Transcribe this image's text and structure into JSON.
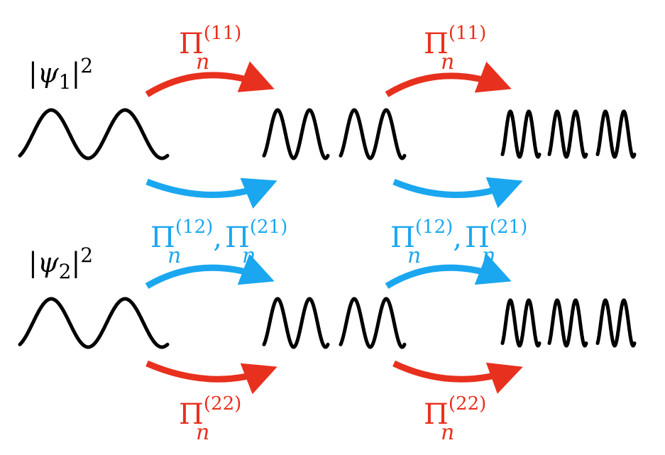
{
  "colors": {
    "red": "#e8301e",
    "blue": "#1aa7f0",
    "ink": "#000000"
  },
  "states": [
    {
      "id": "psi1",
      "bar_left": "|",
      "symbol": "ψ",
      "index": "1",
      "bar_right": "|",
      "exponent": "2"
    },
    {
      "id": "psi2",
      "bar_left": "|",
      "symbol": "ψ",
      "index": "2",
      "bar_right": "|",
      "exponent": "2"
    }
  ],
  "labels": [
    {
      "id": "red-top-1",
      "parts": [
        {
          "base": "Π",
          "sub": "n",
          "sup": "(11)"
        }
      ]
    },
    {
      "id": "red-top-2",
      "parts": [
        {
          "base": "Π",
          "sub": "n",
          "sup": "(11)"
        }
      ]
    },
    {
      "id": "blue-mid-1",
      "parts": [
        {
          "base": "Π",
          "sub": "n",
          "sup": "(12)"
        },
        {
          "sep": ","
        },
        {
          "base": "Π",
          "sub": "n",
          "sup": "(21)"
        }
      ]
    },
    {
      "id": "blue-mid-2",
      "parts": [
        {
          "base": "Π",
          "sub": "n",
          "sup": "(12)"
        },
        {
          "sep": ","
        },
        {
          "base": "Π",
          "sub": "n",
          "sup": "(21)"
        }
      ]
    },
    {
      "id": "red-bot-1",
      "parts": [
        {
          "base": "Π",
          "sub": "n",
          "sup": "(22)"
        }
      ]
    },
    {
      "id": "red-bot-2",
      "parts": [
        {
          "base": "Π",
          "sub": "n",
          "sup": "(22)"
        }
      ]
    }
  ],
  "waves": {
    "stage0_periods": 2,
    "stage1_segments": 2,
    "stage1_periods_per_segment": 2,
    "stage2_segments": 3,
    "stage2_periods_per_segment": 2
  }
}
